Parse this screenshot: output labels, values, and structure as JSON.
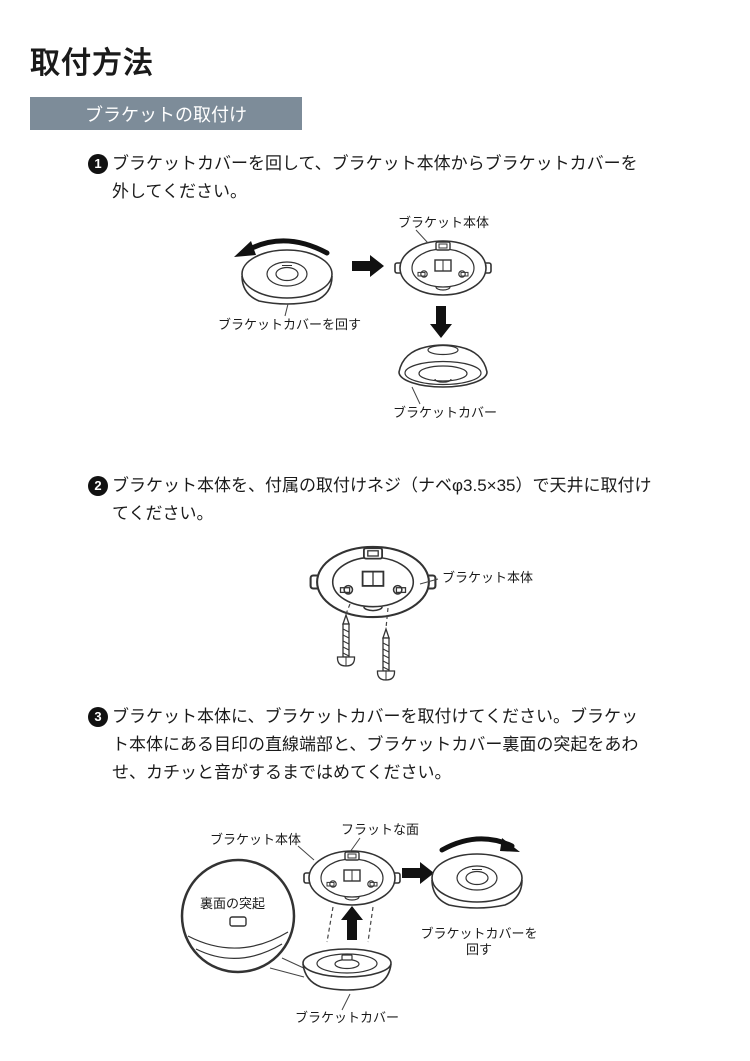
{
  "page": {
    "title": "取付方法",
    "section_header": "ブラケットの取付け"
  },
  "colors": {
    "header_bg": "#7d8c99",
    "header_text": "#ffffff",
    "text": "#1a1a1a",
    "line": "#333333"
  },
  "steps": [
    {
      "number": "1",
      "text": "ブラケットカバーを回して、ブラケット本体からブラケットカバーを外してください。",
      "labels": {
        "bracket_body": "ブラケット本体",
        "turn_cover": "ブラケットカバーを回す",
        "bracket_cover": "ブラケットカバー"
      }
    },
    {
      "number": "2",
      "text": "ブラケット本体を、付属の取付けネジ（ナベφ3.5×35）で天井に取付けてください。",
      "labels": {
        "bracket_body": "ブラケット本体"
      }
    },
    {
      "number": "3",
      "text": "ブラケット本体に、ブラケットカバーを取付けてください。ブラケット本体にある目印の直線端部と、ブラケットカバー裏面の突起をあわせ、カチッと音がするまではめてください。",
      "labels": {
        "bracket_body": "ブラケット本体",
        "flat_surface": "フラットな面",
        "back_protrusion": "裏面の突起",
        "bracket_cover": "ブラケットカバー",
        "turn_cover": "ブラケットカバーを回す"
      }
    }
  ]
}
